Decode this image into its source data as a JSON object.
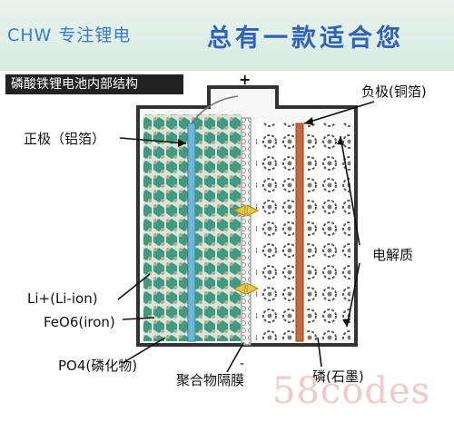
{
  "header": {
    "brand": "CHW 专注锂电",
    "slogan": "总有一款适合您"
  },
  "diagram": {
    "title": "磷酸铁锂电池内部结构",
    "terminal_plus": "+",
    "terminal_minus": "-",
    "labels": {
      "positive": "正极（铝箔）",
      "negative": "负极(铜箔)",
      "electrolyte": "电解质",
      "li_ion": "Li+(Li-ion)",
      "feo6": "FeO6(iron)",
      "po4": "PO4(磷化物)",
      "separator": "聚合物隔膜",
      "graphite": "磷(石墨)"
    },
    "colors": {
      "cathode_crystal": "#3e9a80",
      "cathode_particle": "#d4a07a",
      "aluminum_foil": "#6fb7d8",
      "copper_foil": "#c56a3a",
      "graphite": "#555555",
      "ion_arrow": "#e6c73a",
      "separator": "#dddddd"
    }
  },
  "watermark": "58codes"
}
